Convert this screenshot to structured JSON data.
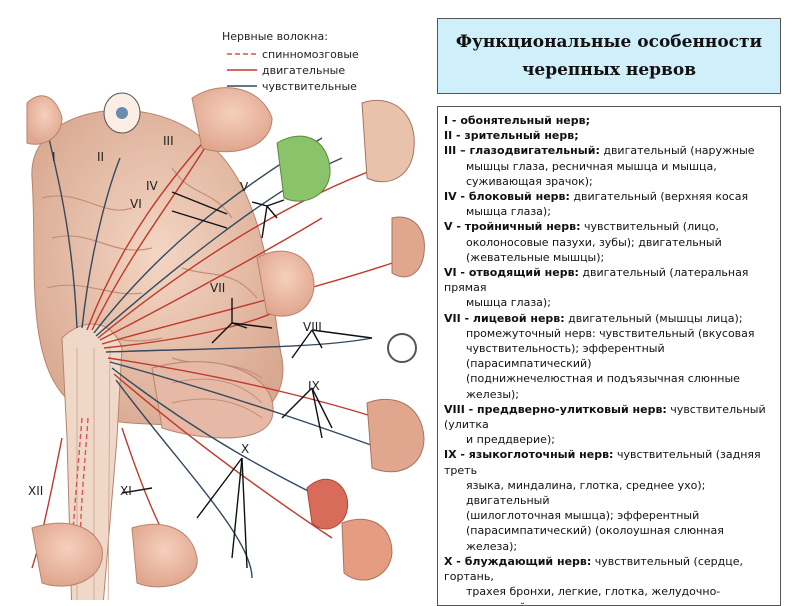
{
  "legend": {
    "title": "Нервные волокна:",
    "items": [
      {
        "label": "спинномозговые",
        "color": "#d9534f",
        "style": "dashed"
      },
      {
        "label": "двигательные",
        "color": "#c0392b",
        "style": "solid"
      },
      {
        "label": "чувствительные",
        "color": "#34495e",
        "style": "solid"
      }
    ]
  },
  "figure_labels": [
    "I",
    "II",
    "III",
    "IV",
    "V",
    "VI",
    "VII",
    "VIII",
    "IX",
    "X",
    "XI",
    "XII"
  ],
  "title": {
    "line1": "Функциональные особенности",
    "line2": "черепных нервов"
  },
  "entries": [
    {
      "name": "I - обонятельный нерв;",
      "lines": []
    },
    {
      "name": "II - зрительный нерв;",
      "lines": []
    },
    {
      "name": "III – глазодвигательный:",
      "first": " двигательный (наружные",
      "lines": [
        "мышцы глаза, ресничная мышца и мышца,",
        "суживающая зрачок);"
      ]
    },
    {
      "name": "IV - блоковый нерв:",
      "first": " двигательный (верхняя косая",
      "lines": [
        "мышца глаза);"
      ]
    },
    {
      "name": "V - тройничный нерв:",
      "first": " чувствительный (лицо,",
      "lines": [
        "околоносовые пазухи, зубы); двигательный",
        "(жевательные мышцы);"
      ]
    },
    {
      "name": "VI - отводящий нерв:",
      "first": " двигательный (латеральная прямая",
      "lines": [
        "мышца глаза);"
      ]
    },
    {
      "name": "VII - лицевой нерв:",
      "first": " двигательный (мышцы лица);",
      "lines": [
        "промежуточный нерв: чувствительный (вкусовая",
        "чувствительность); эфферентный (парасимпатический)",
        "(поднижнечелюстная и подъязычная слюнные железы);"
      ]
    },
    {
      "name": "VIII - преддверно-улитковый нерв:",
      "first": " чувствительный (улитка",
      "lines": [
        "и преддверие);"
      ]
    },
    {
      "name": "IX - языкоглоточный нерв:",
      "first": " чувствительный (задняя треть",
      "lines": [
        "языка, миндалина, глотка, среднее ухо); двигательный",
        "(шилоглоточная мышца); эфферентный",
        "(парасимпатический) (околоушная слюнная железа);"
      ]
    },
    {
      "name": "X - блуждающий нерв:",
      "first": " чувствительный (сердце, гортань,",
      "lines": [
        "трахея бронхи, легкие, глотка, желудочно-кишечный"
      ]
    }
  ],
  "colors": {
    "title_bg": "#cfeffb",
    "motor": "#c0392b",
    "sensory": "#34495e",
    "spinal": "#d9534f"
  }
}
